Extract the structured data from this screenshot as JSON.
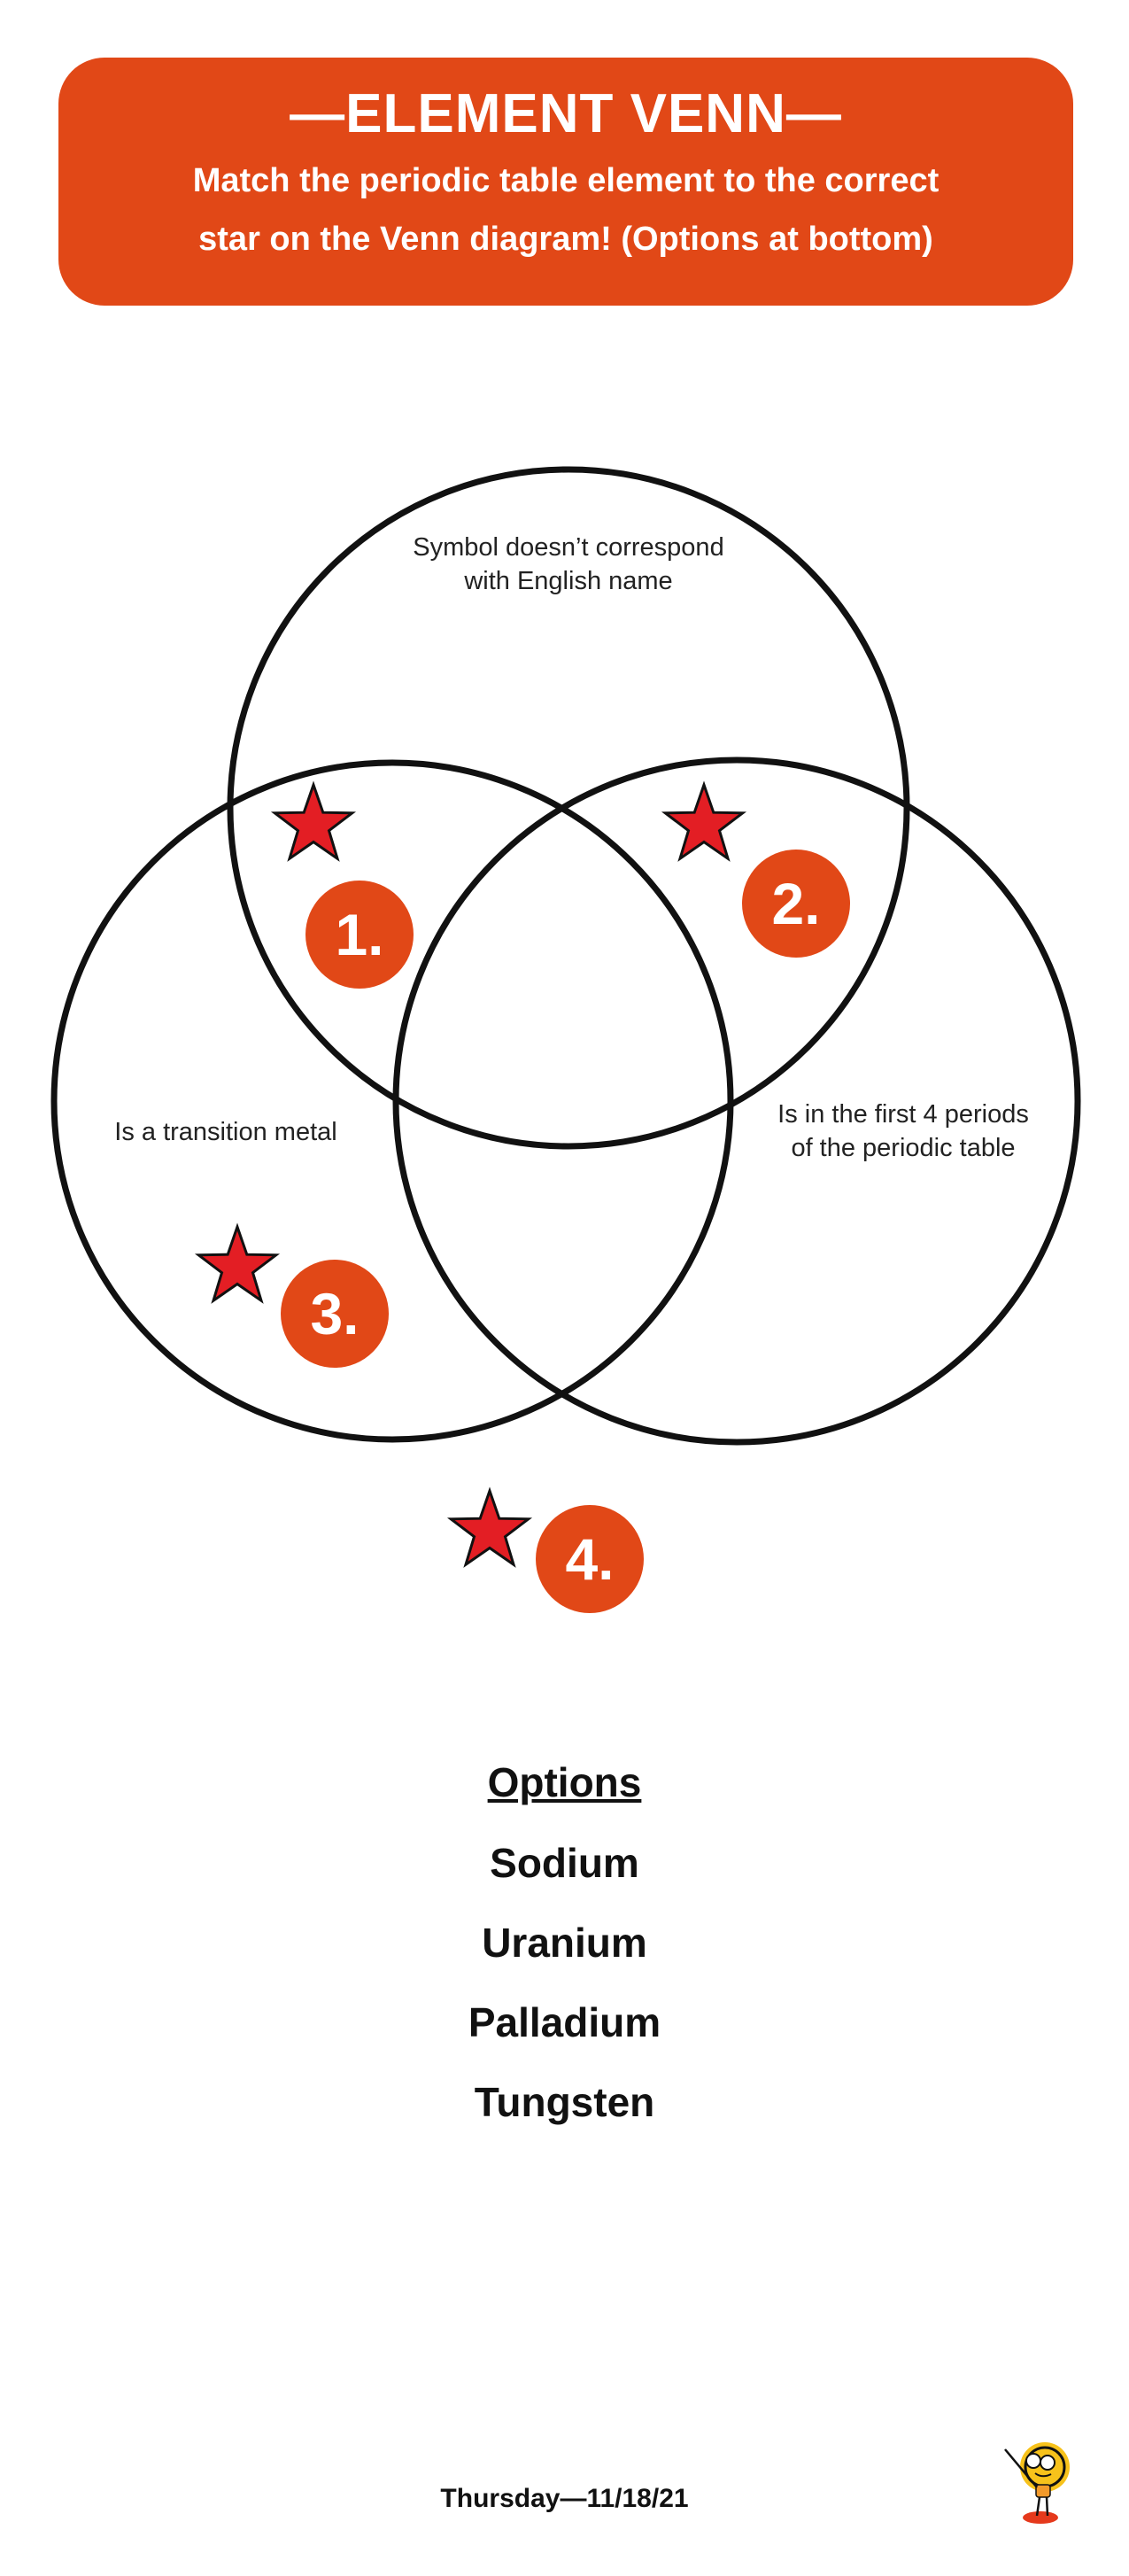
{
  "header": {
    "title": "—ELEMENT VENN—",
    "subtitle_line1": "Match the periodic table element to the correct",
    "subtitle_line2": "star on the Venn diagram! (Options at bottom)"
  },
  "venn": {
    "top_label_line1": "Symbol doesn’t correspond",
    "top_label_line2": "with English name",
    "left_label": "Is a transition metal",
    "right_label_line1": "Is in the first 4 periods",
    "right_label_line2": "of the periodic table",
    "markers": [
      "1.",
      "2.",
      "3.",
      "4."
    ]
  },
  "options": {
    "heading": "Options",
    "items": [
      "Sodium",
      "Uranium",
      "Palladium",
      "Tungsten"
    ]
  },
  "footer": {
    "date": "Thursday—11/18/21"
  },
  "colors": {
    "accent": "#E14817",
    "star": "#E31E24"
  }
}
